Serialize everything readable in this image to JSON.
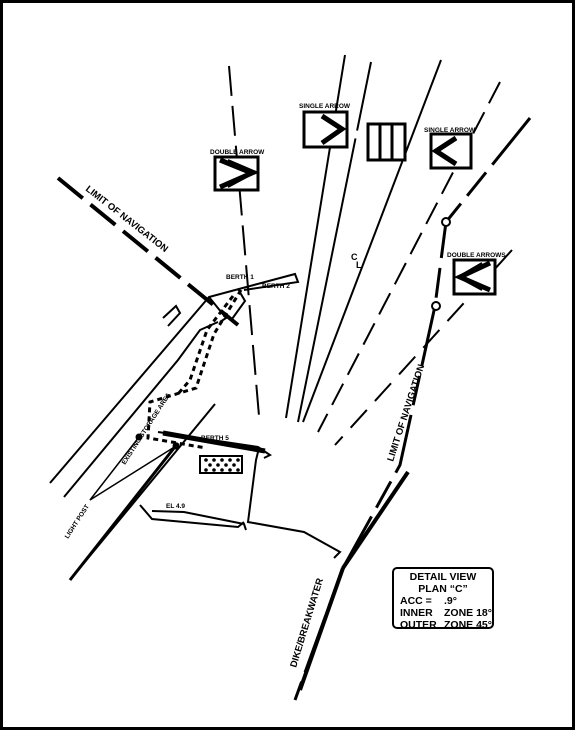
{
  "labels": {
    "limit_nav_left": "LIMIT OF NAVIGATION",
    "limit_nav_right": "LIMIT OF NAVIGATION",
    "double_arrow": "DOUBLE ARROW",
    "single_arrow_left": "SINGLE ARROW",
    "single_arrow_right": "SINGLE ARROW",
    "double_arrows": "DOUBLE ARROWS",
    "berth1": "BERTH 1",
    "berth2": "BERTH 2",
    "berth5": "BERTH 5",
    "storage": "EXISTING STORAGE AREA",
    "light_post": "LIGHT POST",
    "elevation": "EL 4.9",
    "centerline_c": "C",
    "centerline_l": "L",
    "dike": "DIKE/BREAKWATER"
  },
  "detail": {
    "title": "DETAIL VIEW",
    "plan": "PLAN “C”",
    "acc_label": "ACC =",
    "acc_value": ".9°",
    "inner_label": "INNER",
    "inner_value": "ZONE 18°",
    "outer_label": "OUTER",
    "outer_value": "ZONE 45°"
  }
}
